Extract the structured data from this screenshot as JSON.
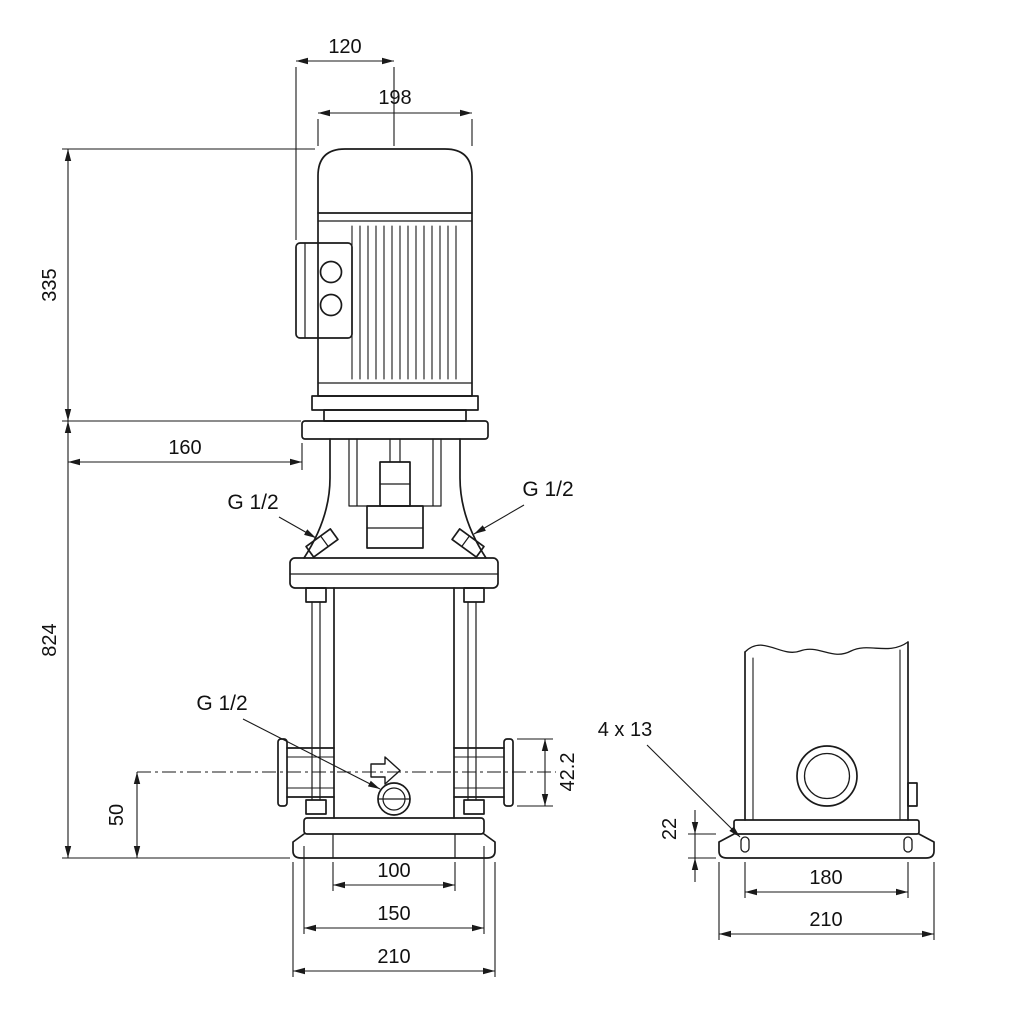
{
  "meta": {
    "type": "technical dimensional drawing",
    "views": [
      "front",
      "side"
    ]
  },
  "colors": {
    "line": "#1a1a1a",
    "background": "#ffffff"
  },
  "front": {
    "d120": "120",
    "d198": "198",
    "d335": "335",
    "d160": "160",
    "d824": "824",
    "d50": "50",
    "d42_2": "42.2",
    "d100": "100",
    "d150": "150",
    "d210": "210",
    "g_top_left": "G 1/2",
    "g_top_right": "G 1/2",
    "g_drain": "G 1/2"
  },
  "side": {
    "holes": "4 x 13",
    "d22": "22",
    "d180": "180",
    "d210": "210"
  }
}
